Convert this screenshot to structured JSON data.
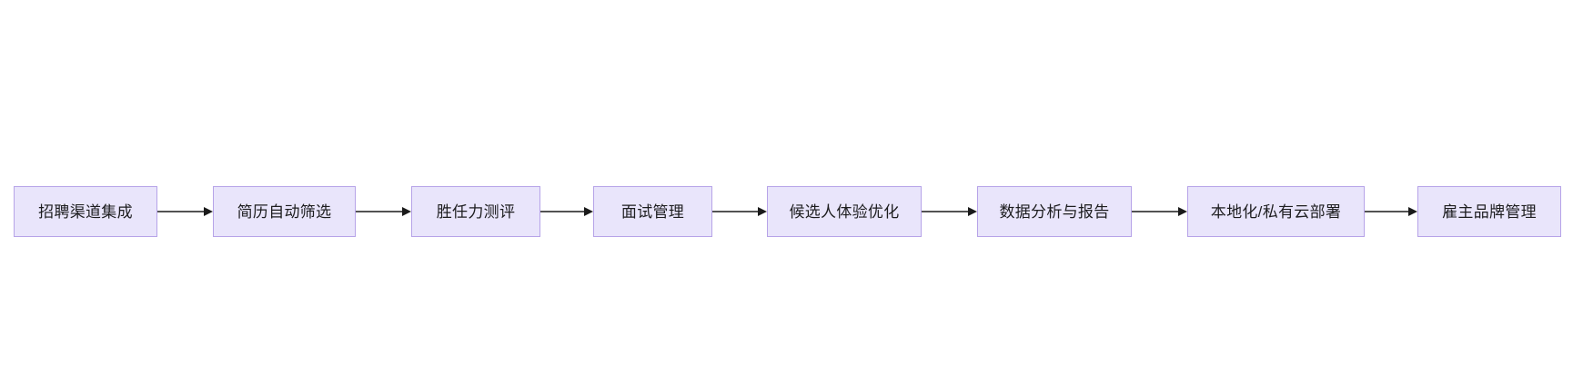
{
  "diagram": {
    "type": "flowchart",
    "orientation": "left-to-right",
    "title": "",
    "background_color": "#ffffff",
    "node_style": {
      "fill": "#e9e5fb",
      "border": "#b6a3e8",
      "text_color": "#1d1d1f"
    },
    "edge_style": {
      "color": "#1a1a1a",
      "arrowhead": "filled-triangle"
    },
    "nodes": [
      {
        "id": "n1",
        "label": "招聘渠道集成",
        "width": 158
      },
      {
        "id": "n2",
        "label": "简历自动筛选",
        "width": 157
      },
      {
        "id": "n3",
        "label": "胜任力测评",
        "width": 142
      },
      {
        "id": "n4",
        "label": "面试管理",
        "width": 131
      },
      {
        "id": "n5",
        "label": "候选人体验优化",
        "width": 170
      },
      {
        "id": "n6",
        "label": "数据分析与报告",
        "width": 170
      },
      {
        "id": "n7",
        "label": "本地化/私有云部署",
        "width": 195
      },
      {
        "id": "n8",
        "label": "雇主品牌管理",
        "width": 158
      }
    ],
    "edges": [
      {
        "from": "n1",
        "to": "n2",
        "label": "",
        "gap": 61
      },
      {
        "from": "n2",
        "to": "n3",
        "label": "",
        "gap": 61
      },
      {
        "from": "n3",
        "to": "n4",
        "label": "",
        "gap": 58
      },
      {
        "from": "n4",
        "to": "n5",
        "label": "",
        "gap": 60
      },
      {
        "from": "n5",
        "to": "n6",
        "label": "",
        "gap": 61
      },
      {
        "from": "n6",
        "to": "n7",
        "label": "",
        "gap": 61
      },
      {
        "from": "n7",
        "to": "n8",
        "label": "",
        "gap": 58
      }
    ]
  }
}
